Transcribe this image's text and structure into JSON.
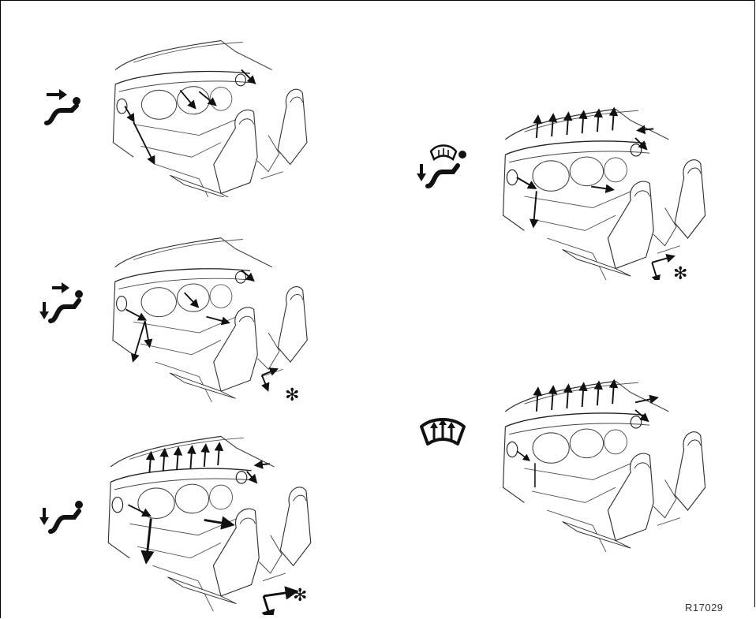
{
  "diagram": {
    "panels": [
      {
        "mode": "face",
        "icon": "face-vent-icon",
        "has_rear_note": false
      },
      {
        "mode": "bi-level",
        "icon": "bi-level-vent-icon",
        "has_rear_note": true
      },
      {
        "mode": "foot",
        "icon": "foot-vent-icon",
        "has_rear_note": true
      },
      {
        "mode": "foot-defrost",
        "icon": "foot-defrost-vent-icon",
        "has_rear_note": true
      },
      {
        "mode": "defrost",
        "icon": "windshield-defrost-icon",
        "has_rear_note": false
      }
    ],
    "note_symbol": "✻",
    "reference_code": "R17029"
  }
}
